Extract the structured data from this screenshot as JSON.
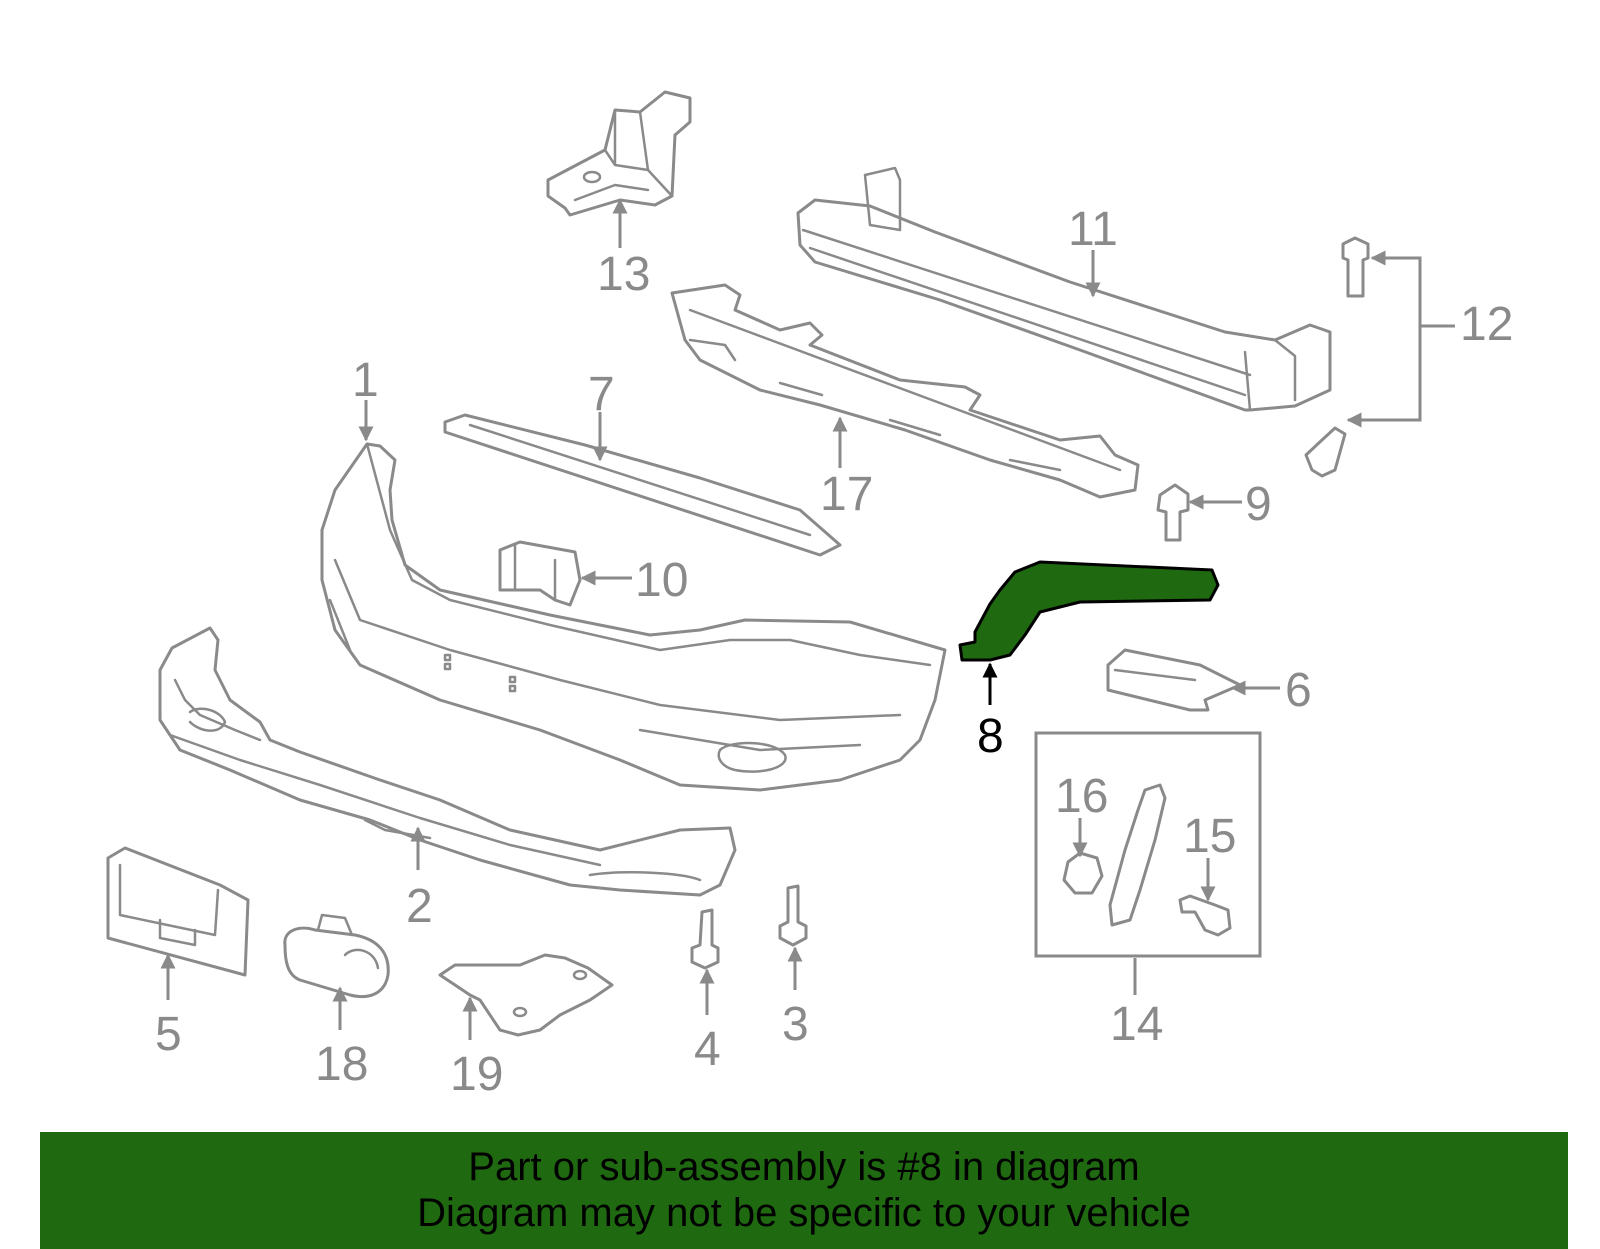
{
  "callouts": {
    "p1": "1",
    "p2": "2",
    "p3": "3",
    "p4": "4",
    "p5": "5",
    "p6": "6",
    "p7": "7",
    "p8": "8",
    "p9": "9",
    "p10": "10",
    "p11": "11",
    "p12": "12",
    "p13": "13",
    "p14": "14",
    "p15": "15",
    "p16": "16",
    "p17": "17",
    "p18": "18",
    "p19": "19"
  },
  "highlighted_part": "8",
  "colors": {
    "highlight": "#1f6a10",
    "line": "#8a8a8a",
    "banner": "#1f6a10"
  },
  "banner": {
    "line1": "Part or sub-assembly is #8 in diagram",
    "line2": "Diagram may not be specific to your vehicle"
  }
}
